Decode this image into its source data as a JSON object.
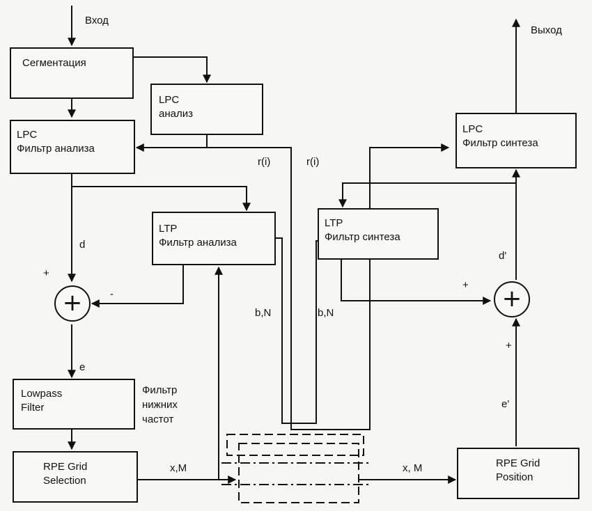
{
  "input_label": "Вход",
  "output_label": "Выход",
  "blocks": {
    "segmentation": "Сегментация",
    "lpc_analysis": "LPC\nанализ",
    "lpc_analysis_filter": "LPC\nФильтр анализа",
    "ltp_analysis_filter": "LTP\nФильтр анализа",
    "lowpass_filter": "Lowpass\nFilter",
    "rpe_grid_selection": "RPE Grid\nSelection",
    "lpc_synthesis_filter": "LPC\nФильтр синтеза",
    "ltp_synthesis_filter": "LTP\nФильтр синтеза",
    "rpe_grid_position": "RPE Grid\nPosition"
  },
  "adders": {
    "left_symbol": "+",
    "right_symbol": "+"
  },
  "signals": {
    "d": "d",
    "e": "e",
    "plus_left": "+",
    "minus_left": "-",
    "r_i_left": "r(i)",
    "r_i_right": "r(i)",
    "bn_left": "b,N",
    "bn_right": "b,N",
    "xm_left": "x,M",
    "xm_right": "x, M",
    "d_prime": "d'",
    "e_prime": "e'",
    "plus_right_top": "+",
    "plus_right_bottom": "+"
  },
  "lowpass_caption": "Фильтр\nнижних\nчастот"
}
